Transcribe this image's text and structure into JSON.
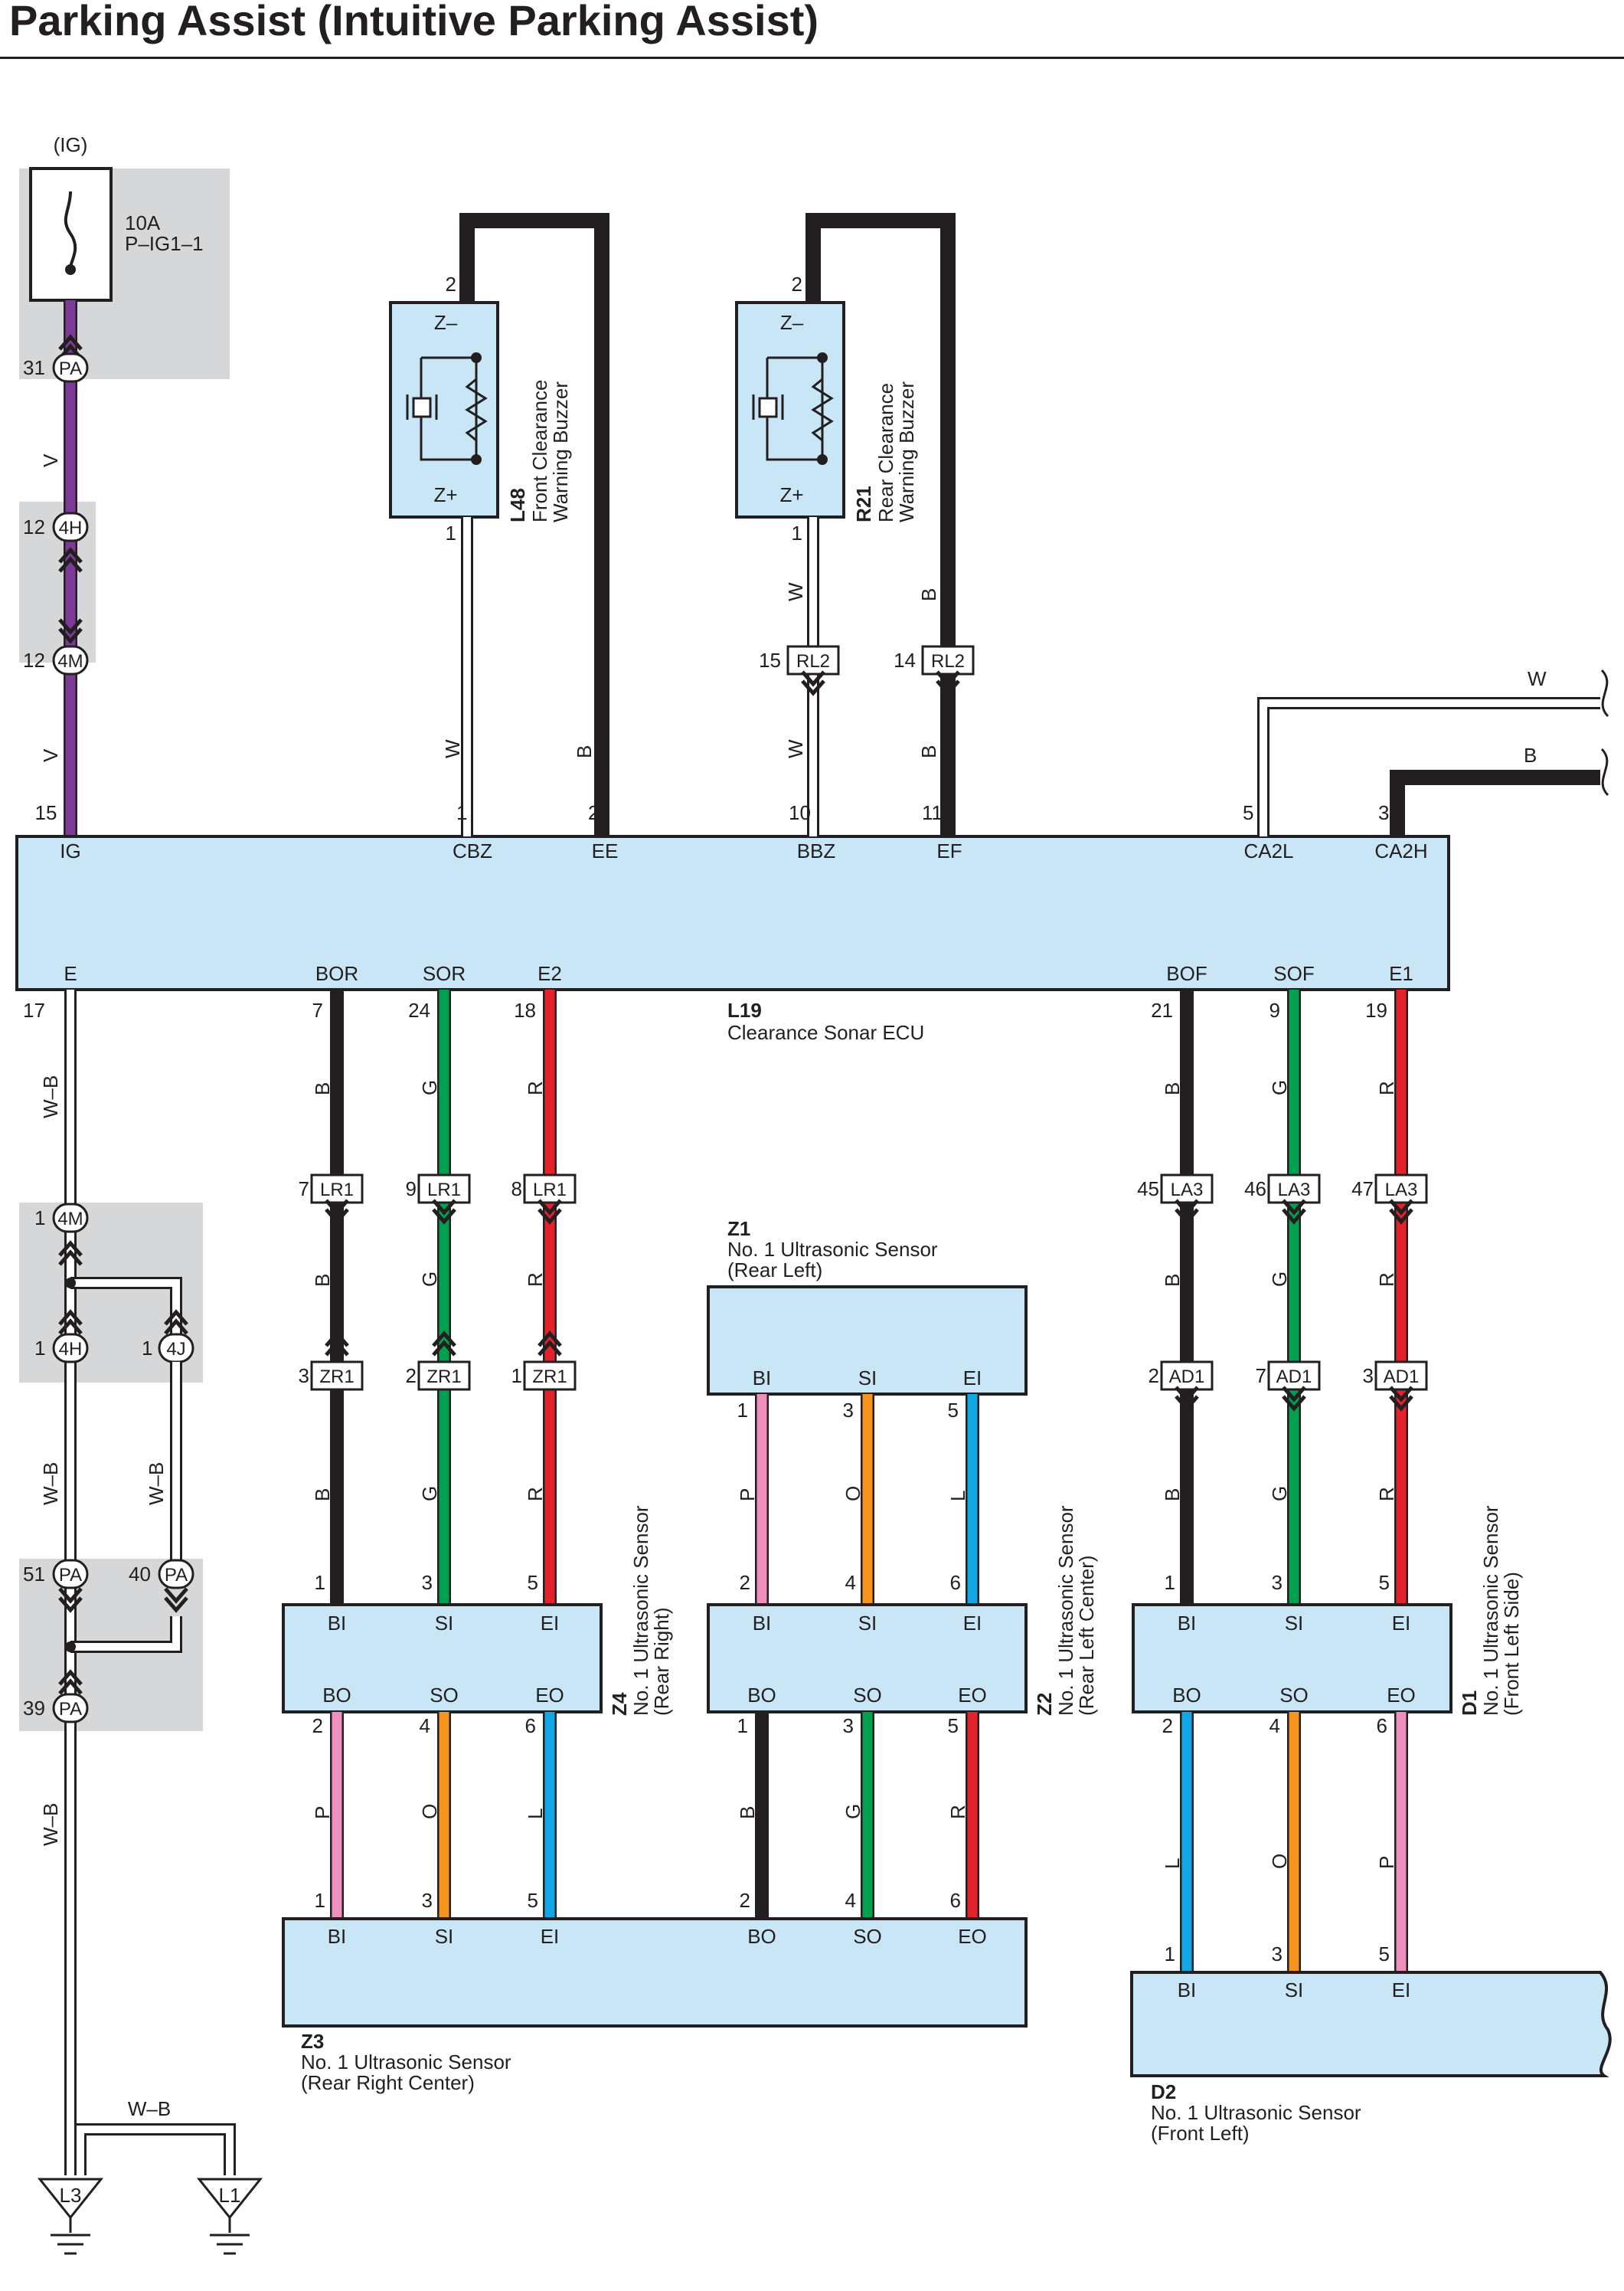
{
  "title": "Parking Assist (Intuitive Parking Assist)",
  "colors": {
    "V": "#7b3b94",
    "B": "#231f20",
    "G": "#00a04e",
    "R": "#e4222c",
    "P": "#ef8fbd",
    "O": "#f7941d",
    "L": "#11a7e3",
    "W": "#ffffff",
    "panel": "#c8e6f5",
    "shade": "#d6d7d8"
  },
  "fuse": {
    "source": "(IG)",
    "rating": "10A",
    "name": "P–IG1–1"
  },
  "ecu": {
    "code": "L19",
    "name": "Clearance Sonar ECU"
  },
  "buzzers": [
    {
      "code": "L48",
      "line1": "Front Clearance",
      "line2": "Warning Buzzer",
      "t_top": "Z–",
      "t_bot": "Z+",
      "pin_top": "2",
      "pin_bot": "1"
    },
    {
      "code": "R21",
      "line1": "Rear Clearance",
      "line2": "Warning Buzzer",
      "t_top": "Z–",
      "t_bot": "Z+",
      "pin_top": "2",
      "pin_bot": "1"
    }
  ],
  "sensors": [
    {
      "code": "Z4",
      "line1": "No. 1 Ultrasonic Sensor",
      "line2": "(Rear Right)"
    },
    {
      "code": "Z2",
      "line1": "No. 1 Ultrasonic Sensor",
      "line2": "(Rear Left Center)"
    },
    {
      "code": "D1",
      "line1": "No. 1 Ultrasonic Sensor",
      "line2": "(Front Left Side)"
    },
    {
      "code": "Z1",
      "line1": "No. 1 Ultrasonic Sensor",
      "line2": "(Rear Left)"
    },
    {
      "code": "Z3",
      "line1": "No. 1 Ultrasonic Sensor",
      "line2": "(Rear Right Center)"
    },
    {
      "code": "D2",
      "line1": "No. 1 Ultrasonic Sensor",
      "line2": "(Front Left)"
    }
  ],
  "grounds": [
    "L3",
    "L1"
  ],
  "terminals": [
    "IG",
    "CBZ",
    "EE",
    "BBZ",
    "EF",
    "CA2L",
    "CA2H",
    "E",
    "BOR",
    "SOR",
    "E2",
    "BOF",
    "SOF",
    "E1",
    "BI",
    "SI",
    "EI",
    "BO",
    "SO",
    "EO"
  ],
  "connectors": [
    "PA",
    "4H",
    "4M",
    "4J",
    "RL2",
    "LR1",
    "ZR1",
    "LA3",
    "AD1"
  ],
  "wire_codes": [
    "V",
    "W",
    "B",
    "W–B",
    "G",
    "R",
    "P",
    "O",
    "L"
  ],
  "pins": [
    "1",
    "2",
    "3",
    "4",
    "5",
    "6",
    "7",
    "8",
    "9",
    "10",
    "11",
    "12",
    "14",
    "15",
    "17",
    "18",
    "19",
    "21",
    "24",
    "31",
    "39",
    "40",
    "45",
    "46",
    "47",
    "51"
  ]
}
